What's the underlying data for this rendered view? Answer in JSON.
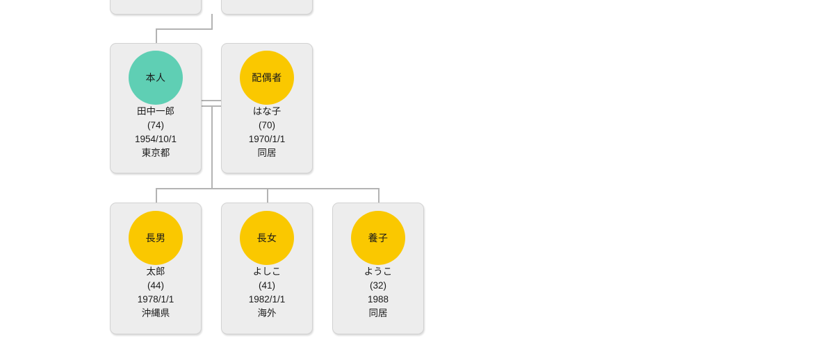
{
  "diagram": {
    "kind": "family-tree",
    "colors": {
      "self_badge": "#5FCFB4",
      "relative_badge": "#FAC800",
      "card_fill": "#ededed",
      "card_border": "#d2d2d2",
      "connector": "#b3b3b3",
      "background": "#ffffff"
    },
    "nodes": [
      {
        "id": "ancestor-left",
        "role_label": "",
        "name": "",
        "age": "",
        "date": "",
        "place": "",
        "badge_color": "",
        "visible_partial": true
      },
      {
        "id": "ancestor-right",
        "role_label": "",
        "name": "",
        "age": "",
        "date": "",
        "place": "",
        "badge_color": "",
        "visible_partial": true
      },
      {
        "id": "self",
        "role_label": "本人",
        "name": "田中一郎",
        "age": "(74)",
        "date": "1954/10/1",
        "place": "東京都",
        "badge_color": "#5FCFB4"
      },
      {
        "id": "spouse",
        "role_label": "配偶者",
        "name": "はな子",
        "age": "(70)",
        "date": "1970/1/1",
        "place": "同居",
        "badge_color": "#FAC800"
      },
      {
        "id": "child-1",
        "role_label": "長男",
        "name": "太郎",
        "age": "(44)",
        "date": "1978/1/1",
        "place": "沖縄県",
        "badge_color": "#FAC800"
      },
      {
        "id": "child-2",
        "role_label": "長女",
        "name": "よしこ",
        "age": "(41)",
        "date": "1982/1/1",
        "place": "海外",
        "badge_color": "#FAC800"
      },
      {
        "id": "child-3",
        "role_label": "養子",
        "name": "ようこ",
        "age": "(32)",
        "date": "1988",
        "place": "同居",
        "badge_color": "#FAC800"
      }
    ]
  }
}
